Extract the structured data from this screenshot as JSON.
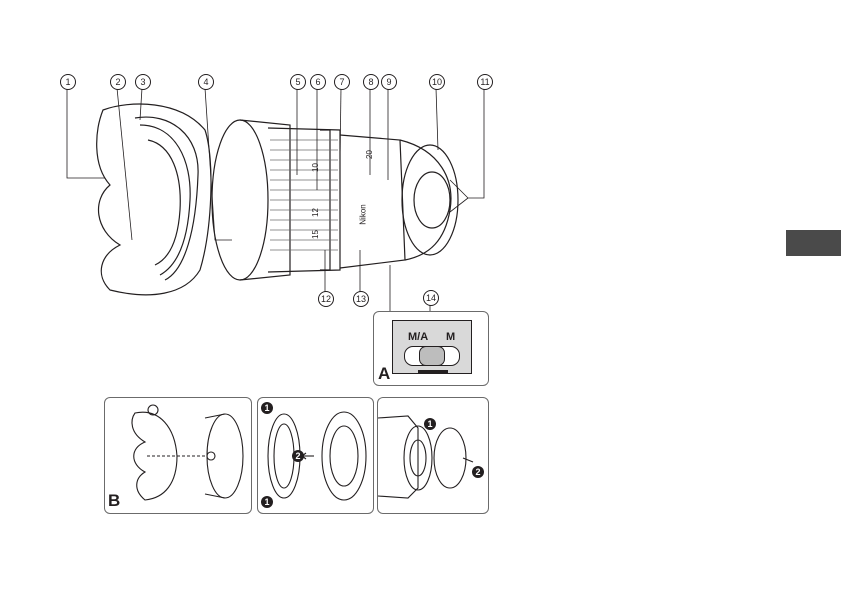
{
  "callouts": [
    "1",
    "2",
    "3",
    "4",
    "5",
    "6",
    "7",
    "8",
    "9",
    "10",
    "11",
    "12",
    "13",
    "14"
  ],
  "panel_a": {
    "letter": "A",
    "switch_left": "M/A",
    "switch_right": "M"
  },
  "panel_b": {
    "letter": "B"
  },
  "steps": {
    "one": "1",
    "two": "2"
  },
  "lens": {
    "brand": "Nikon",
    "scale_10": "10",
    "scale_12": "12",
    "scale_15": "15",
    "scale_20": "20"
  }
}
